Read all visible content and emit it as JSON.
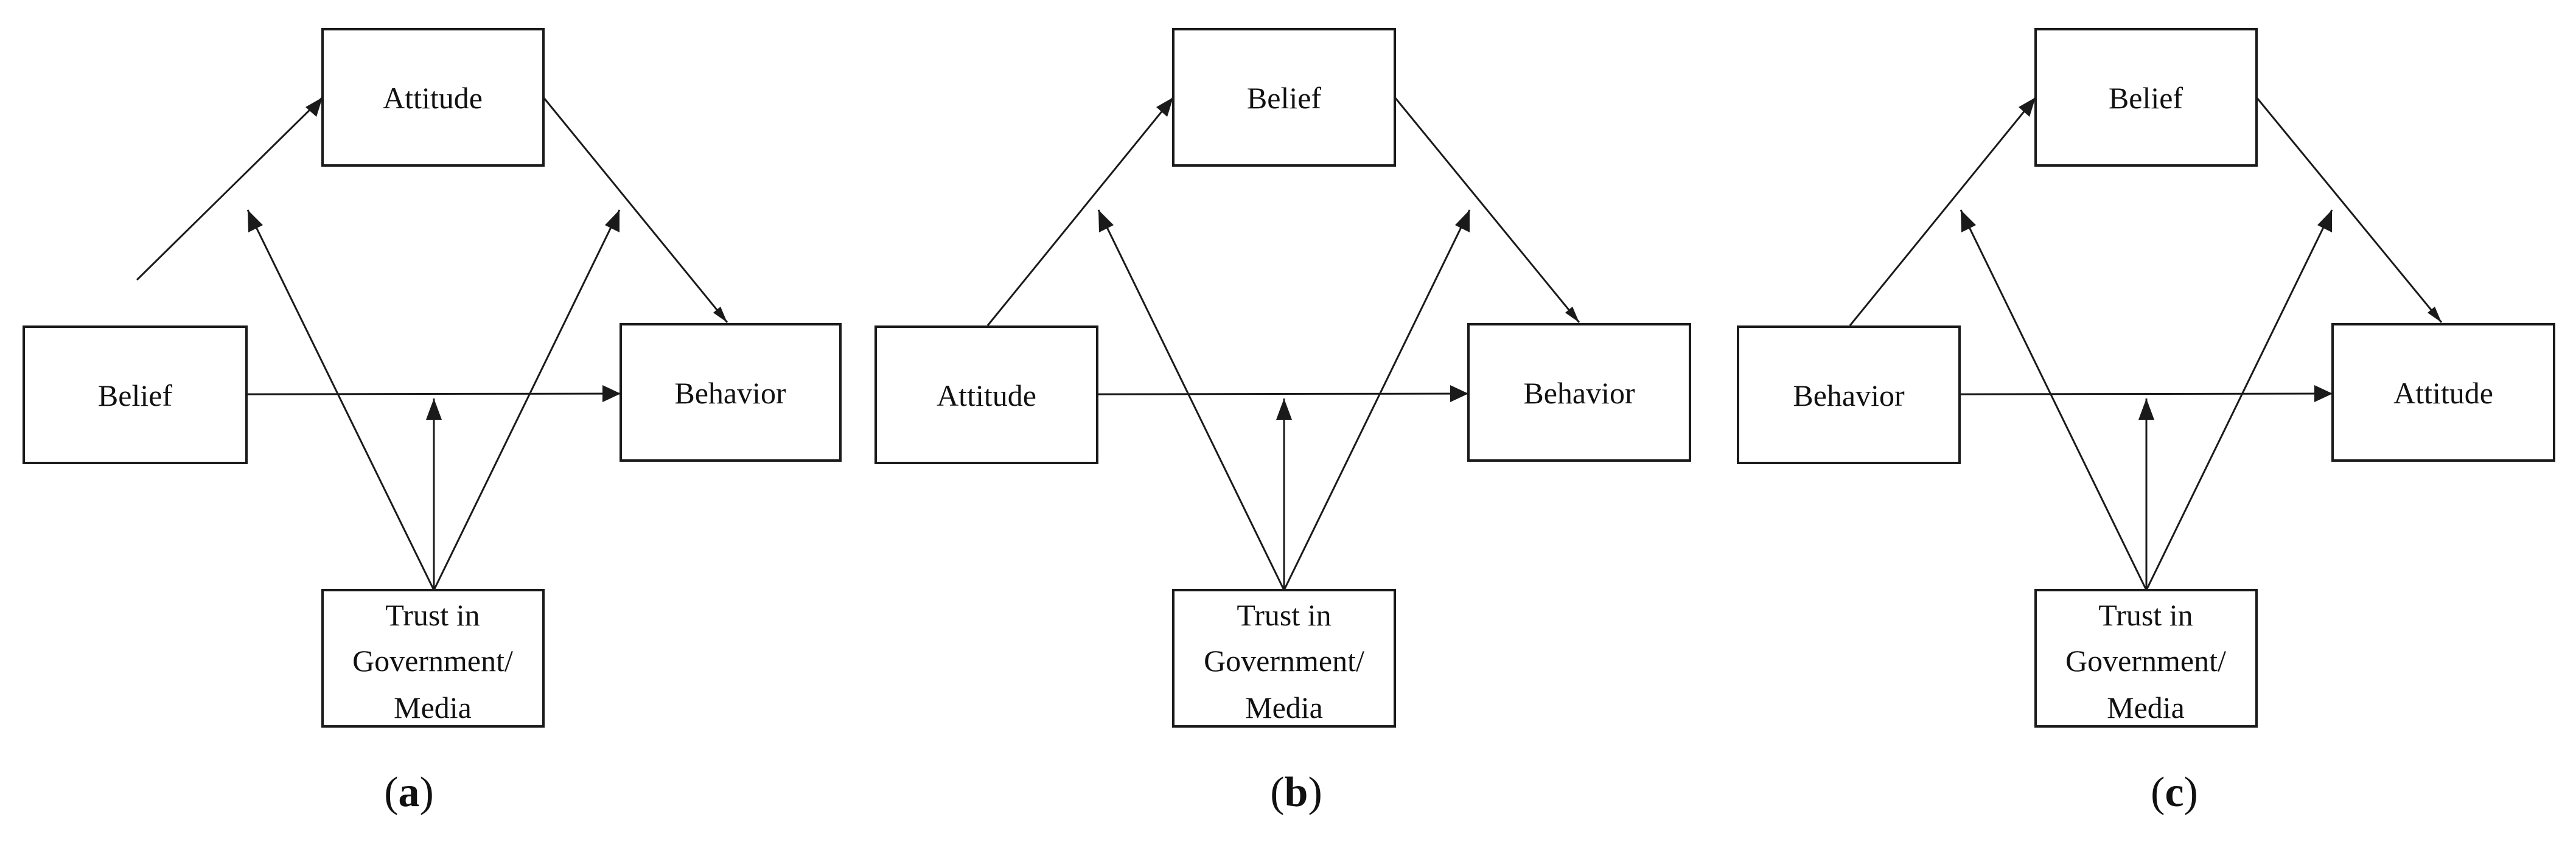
{
  "colors": {
    "stroke": "#1a1a1a",
    "text": "#111111",
    "background": "#ffffff"
  },
  "panels": [
    {
      "id": "a",
      "caption_letter": "a",
      "nodes": {
        "top": "Attitude",
        "left": "Belief",
        "right": "Behavior",
        "moderator": [
          "Trust in",
          "Government/",
          "Media"
        ]
      }
    },
    {
      "id": "b",
      "caption_letter": "b",
      "nodes": {
        "top": "Belief",
        "left": "Attitude",
        "right": "Behavior",
        "moderator": [
          "Trust in",
          "Government/",
          "Media"
        ]
      }
    },
    {
      "id": "c",
      "caption_letter": "c",
      "nodes": {
        "top": "Belief",
        "left": "Behavior",
        "right": "Attitude",
        "moderator": [
          "Trust in",
          "Government/",
          "Media"
        ]
      }
    }
  ]
}
